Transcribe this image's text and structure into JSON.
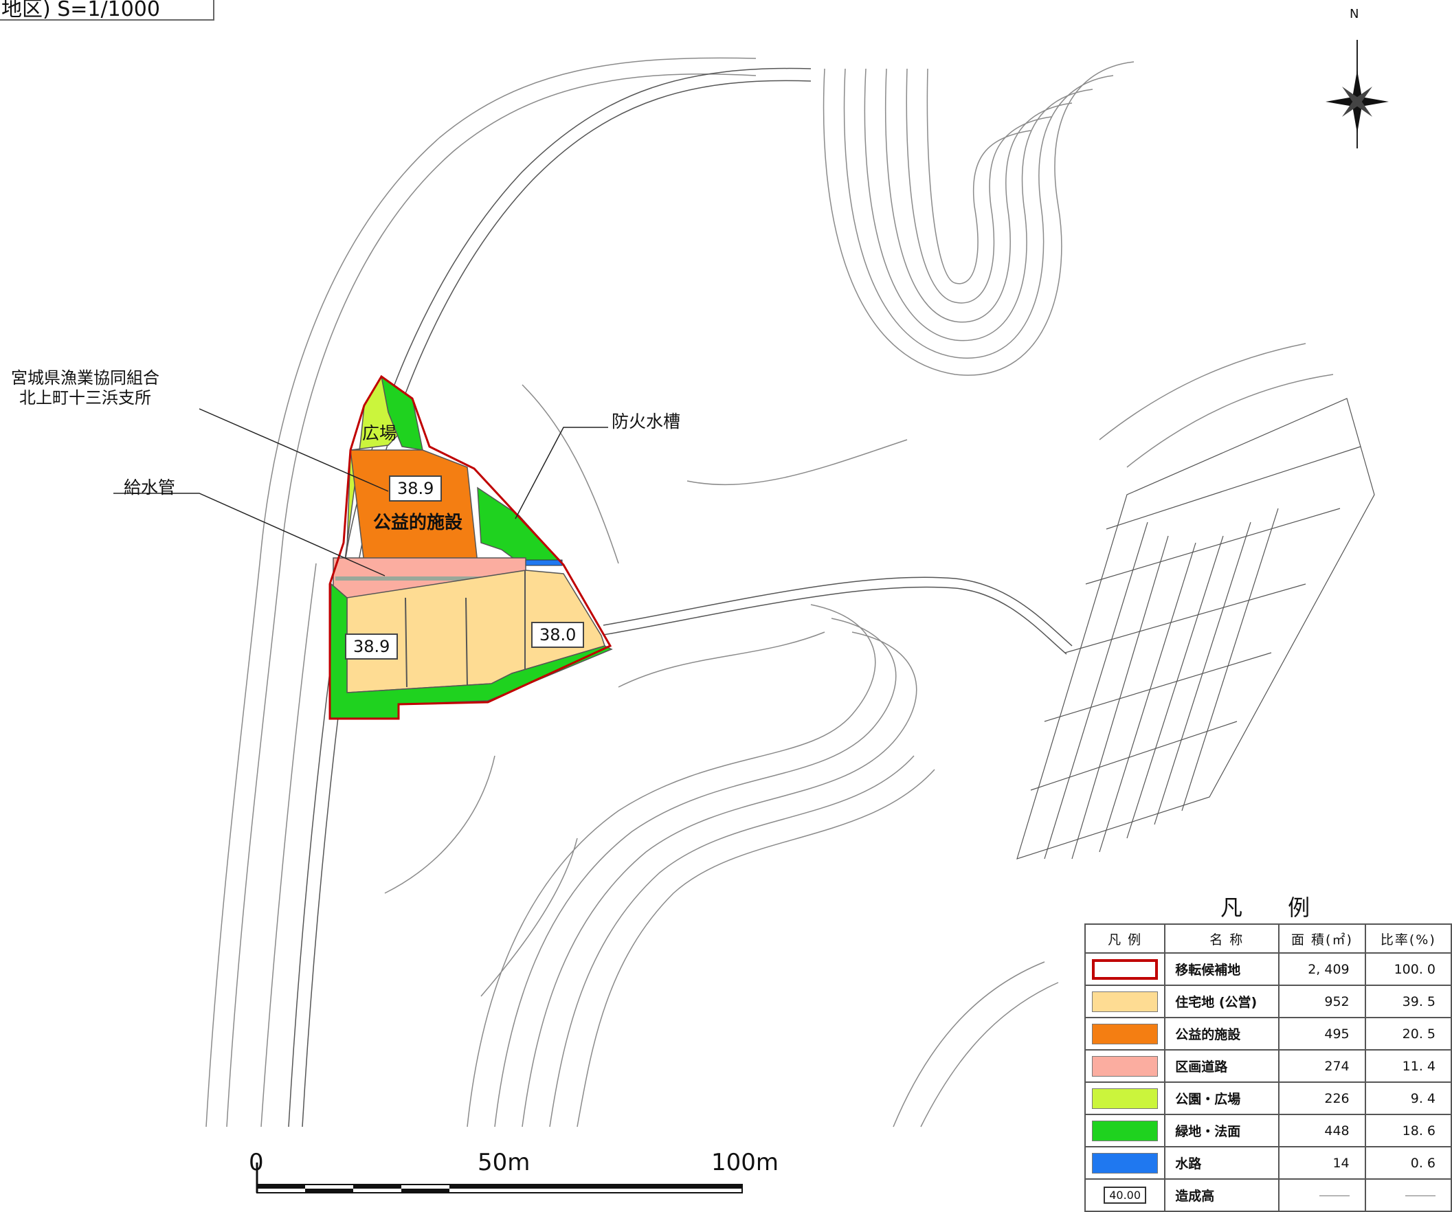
{
  "header": {
    "title_text": "地区) S=1/1000"
  },
  "labels": {
    "union_office": [
      "宮城県漁業協同組合",
      "北上町十三浜支所"
    ],
    "water_pipe": "給水管",
    "fire_tank": "防火水槽",
    "plaza": "広場",
    "public_facility": "公益的施設"
  },
  "elevations": {
    "upper": "38.9",
    "left": "38.9",
    "right": "38.0"
  },
  "north_arrow": {
    "label": "N"
  },
  "scale_bar": {
    "labels": [
      "0",
      "50m",
      "100m"
    ]
  },
  "legend": {
    "title": "凡 例",
    "headers": [
      "凡 例",
      "名 称",
      "面 積(㎡)",
      "比率(%)"
    ],
    "rows": [
      {
        "name": "移転候補地",
        "area": "2, 409",
        "ratio": "100. 0",
        "color": "#ffffff",
        "border": "#c00000"
      },
      {
        "name": "住宅地 (公営)",
        "area": "952",
        "ratio": "39. 5",
        "color": "#fedc93",
        "border": "#777777"
      },
      {
        "name": "公益的施設",
        "area": "495",
        "ratio": "20. 5",
        "color": "#f47e12",
        "border": "#777777"
      },
      {
        "name": "区画道路",
        "area": "274",
        "ratio": "11. 4",
        "color": "#fbada0",
        "border": "#777777"
      },
      {
        "name": "公園・広場",
        "area": "226",
        "ratio": "9. 4",
        "color": "#cbf53c",
        "border": "#777777"
      },
      {
        "name": "緑地・法面",
        "area": "448",
        "ratio": "18. 6",
        "color": "#1fd21f",
        "border": "#777777"
      },
      {
        "name": "水路",
        "area": "14",
        "ratio": "0. 6",
        "color": "#1f78f0",
        "border": "#777777"
      }
    ],
    "elev_row": {
      "sample": "40.00",
      "name": "造成高"
    }
  }
}
